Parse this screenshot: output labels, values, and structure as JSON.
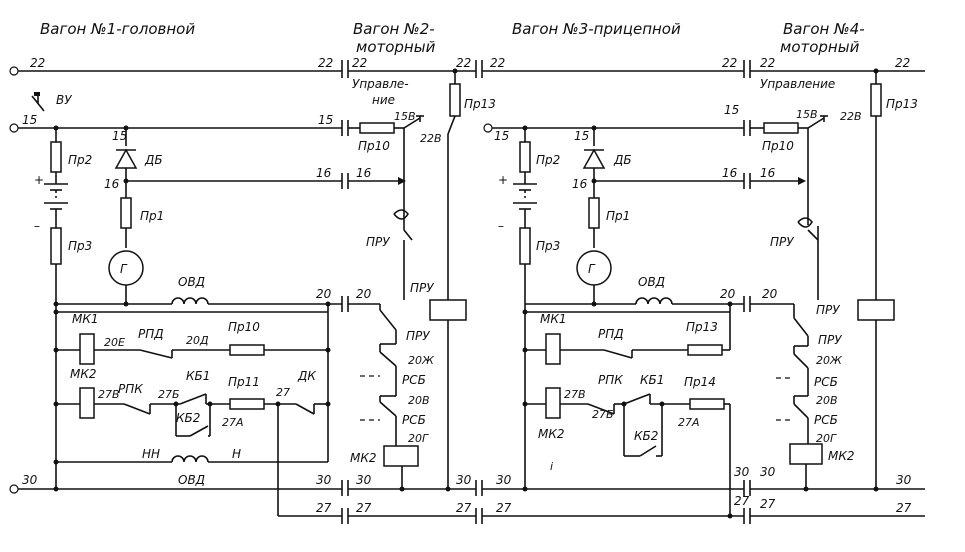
{
  "headers": {
    "car1": "Вагон №1-головной",
    "car2_line1": "Вагон №2-",
    "car2_line2": "моторный",
    "car3": "Вагон №3-прицепной",
    "car4_line1": "Вагон №4-",
    "car4_line2": "моторный"
  },
  "wires": {
    "w22": "22",
    "w15": "15",
    "w16": "16",
    "w20": "20",
    "w30": "30",
    "w27": "27",
    "w15b": "15B",
    "w22b": "22B",
    "w20e": "20E",
    "w20d": "20Д",
    "w27b": "27Б",
    "w27v": "27В",
    "w27a": "27A",
    "w20zh": "20Ж",
    "w20v": "20В",
    "w20g": "20Г"
  },
  "components": {
    "vu": "ВУ",
    "pr2": "Пр2",
    "pr3": "Пр3",
    "pr1": "Пр1",
    "pr10": "Пр10",
    "pr11": "Пр11",
    "pr13": "Пр13",
    "pr14": "Пр14",
    "db": "ДБ",
    "gen": "Г",
    "ovd": "ОВД",
    "mk1": "МК1",
    "mk2": "МК2",
    "rpd": "РПД",
    "rpk": "РПК",
    "kb1": "КБ1",
    "kb2": "КБ2",
    "dk": "ДК",
    "nn": "НН",
    "n": "Н",
    "control": "Управле-",
    "control2": "ние",
    "control_full": "Управление",
    "pru": "ПРУ",
    "rsb": "РСБ",
    "plus": "+",
    "minus": "–",
    "mark": "i"
  }
}
